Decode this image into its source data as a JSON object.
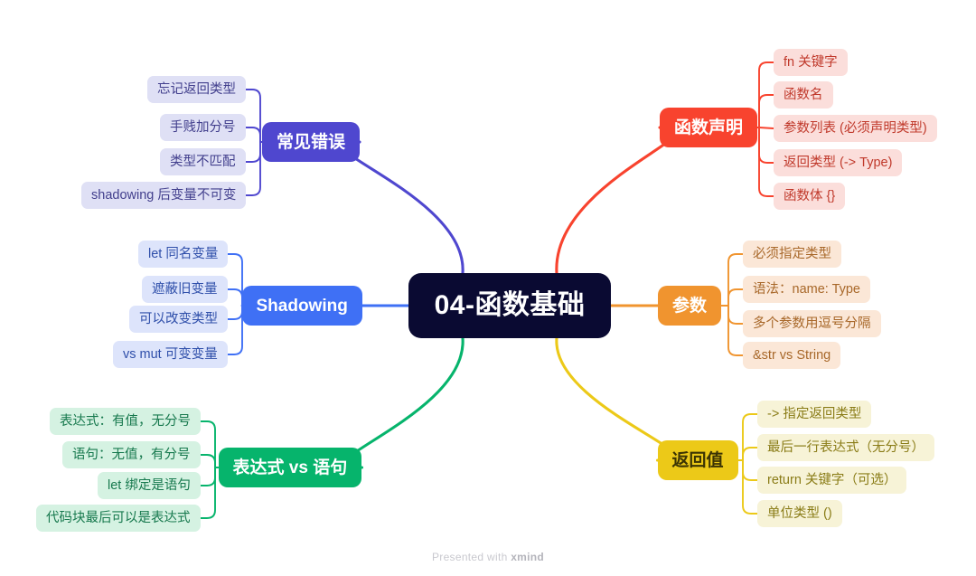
{
  "root": {
    "label": "04-函数基础",
    "color": "#0a0a32"
  },
  "footer": {
    "prefix": "Presented with ",
    "brand": "xmind"
  },
  "branches": [
    {
      "id": "function-declaration",
      "label": "函数声明",
      "color": "#f8432e",
      "leaf_bg": "#fbdedb",
      "side": "right",
      "children": [
        "fn 关键字",
        "函数名",
        "参数列表 (必须声明类型)",
        "返回类型 (-> Type)",
        "函数体 {}"
      ]
    },
    {
      "id": "parameters",
      "label": "参数",
      "color": "#f0942f",
      "leaf_bg": "#fbe7d7",
      "side": "right",
      "children": [
        "必须指定类型",
        "语法：name: Type",
        "多个参数用逗号分隔",
        "&str vs String"
      ]
    },
    {
      "id": "return-value",
      "label": "返回值",
      "color": "#ecc918",
      "leaf_bg": "#f7f3d7",
      "side": "right",
      "children": [
        "-> 指定返回类型",
        "最后一行表达式（无分号）",
        "return 关键字（可选）",
        "单位类型 ()"
      ]
    },
    {
      "id": "common-mistakes",
      "label": "常见错误",
      "color": "#4f47cf",
      "leaf_bg": "#dfe0f5",
      "side": "left",
      "children": [
        "忘记返回类型",
        "手贱加分号",
        "类型不匹配",
        "shadowing 后变量不可变"
      ]
    },
    {
      "id": "shadowing",
      "label": "Shadowing",
      "color": "#3f70f5",
      "leaf_bg": "#dde4fb",
      "side": "left",
      "children": [
        "let 同名变量",
        "遮蔽旧变量",
        "可以改变类型",
        "vs mut 可变变量"
      ]
    },
    {
      "id": "expression-vs-statement",
      "label": "表达式 vs 语句",
      "color": "#06b46c",
      "leaf_bg": "#d5f2e2",
      "side": "left",
      "children": [
        "表达式：有值，无分号",
        "语句：无值，有分号",
        "let 绑定是语句",
        "代码块最后可以是表达式"
      ]
    }
  ]
}
